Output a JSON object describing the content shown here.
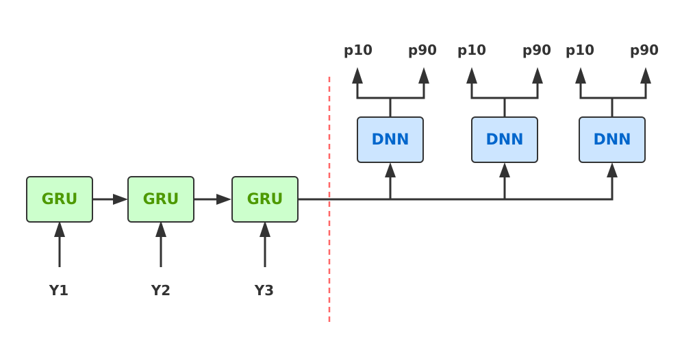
{
  "encoder": {
    "cells": [
      {
        "label": "GRU",
        "input": "Y1"
      },
      {
        "label": "GRU",
        "input": "Y2"
      },
      {
        "label": "GRU",
        "input": "Y3"
      }
    ]
  },
  "decoder": {
    "heads": [
      {
        "label": "DNN",
        "outputs": [
          "p10",
          "p90"
        ]
      },
      {
        "label": "DNN",
        "outputs": [
          "p10",
          "p90"
        ]
      },
      {
        "label": "DNN",
        "outputs": [
          "p10",
          "p90"
        ]
      }
    ]
  },
  "colors": {
    "gru_fill": "#ccffcc",
    "gru_text": "#4d9900",
    "dnn_fill": "#cce5ff",
    "dnn_text": "#0066cc",
    "line": "#333333",
    "divider": "#ff6666"
  }
}
